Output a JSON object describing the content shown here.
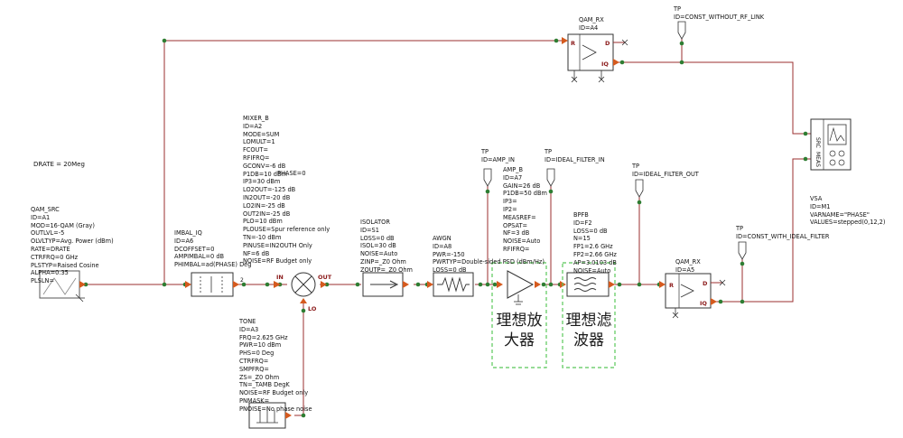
{
  "drate": "DRATE = 20Meg",
  "blocks": {
    "qam_src": [
      "QAM_SRC",
      "ID=A1",
      "MOD=16-QAM (Gray)",
      "OUTLVL=-5",
      "OLVLTYP=Avg. Power (dBm)",
      "RATE=DRATE",
      "CTRFRQ=0 GHz",
      "PLSTYP=Raised Cosine",
      "ALPHA=0.35",
      "PLSLN="
    ],
    "imbal_iq": [
      "IMBAL_IQ",
      "ID=A6",
      "DCOFFSET=0",
      "AMPIMBAL=0 dB",
      "PHIMBAL=ad(PHASE) Deg"
    ],
    "mixer_b": [
      "MIXER_B",
      "ID=A2",
      "MODE=SUM",
      "LOMULT=1",
      "FCOUT=",
      "RFIFRQ=",
      "GCONV=-6 dB",
      "P1DB=10 dBm",
      "IP3=30 dBm",
      "LO2OUT=-125 dB",
      "IN2OUT=-20 dB",
      "LO2IN=-25 dB",
      "OUT2IN=-25 dB",
      "PLO=10 dBm",
      "PLOUSE=Spur reference only",
      "TN=-10 dBm",
      "PINUSE=IN2OUTH Only",
      "NF=6 dB",
      "NOISE=RF Budget only"
    ],
    "mixer_b_extra": "PHASE=0",
    "tone": [
      "TONE",
      "ID=A3",
      "FRQ=2.625 GHz",
      "PWR=10 dBm",
      "PHS=0 Deg",
      "CTRFRQ=",
      "SMPFRQ=",
      "ZS=_Z0 Ohm",
      "TN=_TAMB DegK",
      "NOISE=RF Budget only",
      "PNMASK=",
      "PNOISE=No phase noise"
    ],
    "isolator": [
      "ISOLATOR",
      "ID=S1",
      "LOSS=0 dB",
      "ISOL=30 dB",
      "NOISE=Auto",
      "ZINP=_Z0 Ohm",
      "ZOUTP=_Z0 Ohm"
    ],
    "awgn": [
      "AWGN",
      "ID=A8",
      "PWR=-150",
      "PWRTYP=Double-sided PSD (dBm/Hz)",
      "LOSS=0 dB"
    ],
    "amp_b": [
      "AMP_B",
      "ID=A7",
      "GAIN=26 dB",
      "P1DB=50 dBm",
      "IP3=",
      "IP2=",
      "MEASREF=",
      "OPSAT=",
      "NF=3 dB",
      "NOISE=Auto",
      "RFIFRQ="
    ],
    "bpfb": [
      "BPFB",
      "ID=F2",
      "LOSS=0 dB",
      "N=15",
      "FP1=2.6 GHz",
      "FP2=2.66 GHz",
      "AP=3.0103 dB",
      "NOISE=Auto"
    ],
    "qam_rx_a4": [
      "QAM_RX",
      "ID=A4"
    ],
    "qam_rx_a5": [
      "QAM_RX",
      "ID=A5"
    ],
    "vsa": [
      "VSA",
      "ID=M1",
      "VARNAME=\"PHASE\"",
      "VALUES=stepped(0,12,2)"
    ]
  },
  "test_points": {
    "tp_no_link": [
      "TP",
      "ID=CONST_WITHOUT_RF_LINK"
    ],
    "tp_amp_in": [
      "TP",
      "ID=AMP_IN"
    ],
    "tp_ideal_filter_in": [
      "TP",
      "ID=IDEAL_FILTER_IN"
    ],
    "tp_ideal_filter_out": [
      "TP",
      "ID=IDEAL_FILTER_OUT"
    ],
    "tp_with_filter": [
      "TP",
      "ID=CONST_WITH_IDEAL_FILTER"
    ]
  },
  "annotations": {
    "ideal_amp": [
      "理想放",
      "大器"
    ],
    "ideal_filter": [
      "理想滤",
      "波器"
    ]
  },
  "pins": {
    "mixer_in": "IN",
    "mixer_out": "OUT",
    "mixer_lo": "LO",
    "vsa_src": "SRC",
    "vsa_meas": "MEAS",
    "rx_r": "R",
    "rx_d": "D",
    "rx_iq": "IQ"
  },
  "colors": {
    "wire": "#9b2f2f",
    "node": "#2e7d32",
    "block": "#333333",
    "annotation_box": "#59c859"
  }
}
